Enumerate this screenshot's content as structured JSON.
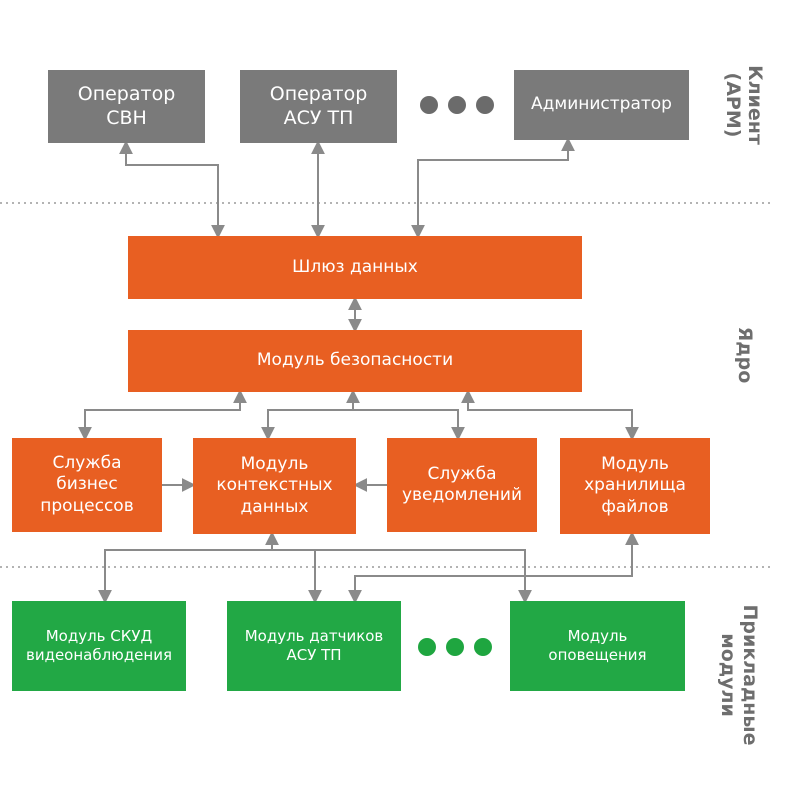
{
  "clients": {
    "operator_svn": "Оператор\nСВН",
    "operator_asu": "Оператор\nАСУ ТП",
    "admin": "Администратор"
  },
  "core": {
    "gateway": "Шлюз данных",
    "security": "Модуль безопасности"
  },
  "services": {
    "business": "Служба\nбизнес\nпроцессов",
    "context": "Модуль\nконтекстных\nданных",
    "notify": "Служба\nуведомлений",
    "storage": "Модуль\nхранилища\nфайлов"
  },
  "modules": {
    "skud": "Модуль СКУД\nвидеонаблюдения",
    "sensors": "Модуль датчиков\nАСУ ТП",
    "alert": "Модуль\nоповещения"
  },
  "layers": {
    "client": "Клиент\n(АРМ)",
    "core": "Ядро",
    "applied": "Прикладные\nмодули"
  },
  "colors": {
    "gray": "#7a7a7a",
    "orange": "#e85f22",
    "green": "#22a845",
    "connector": "#8a8a8a"
  }
}
